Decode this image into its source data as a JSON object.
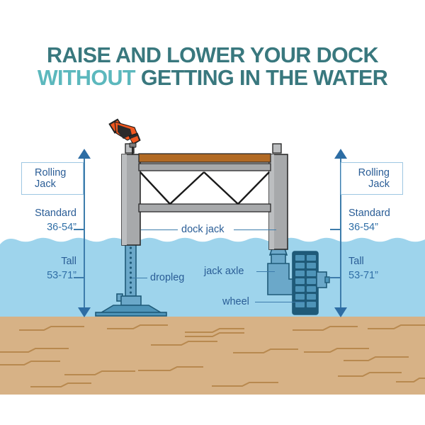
{
  "title": {
    "line1": "RAISE AND LOWER YOUR DOCK",
    "line2_light": "WITHOUT",
    "line2_dark": "GETTING IN THE WATER"
  },
  "colors": {
    "title_dark_teal": "#39787e",
    "title_light_teal": "#5cb8bd",
    "water": "#9ed4ec",
    "ground_sand": "#d7b286",
    "ground_strata": "#b8894f",
    "label_blue": "#2a5d96",
    "leader_blue": "#3d7cab",
    "arrow_blue": "#2d6da4",
    "post_gray": "#a0a2a4",
    "deck_brown": "#b26a24",
    "jack_blue_light": "#6ba8c9",
    "jack_blue_mid": "#4e94b8",
    "wheel_dark": "#1f5a78",
    "drill_orange": "#f0571f",
    "drill_black": "#2b2b2b"
  },
  "measurements": {
    "left": {
      "jack_box_label": "Rolling\nJack",
      "jack_box_line1": "Rolling",
      "jack_box_line2": "Jack",
      "standard_name": "Standard",
      "standard_range": "36-54”",
      "tall_name": "Tall",
      "tall_range": "53-71”"
    },
    "right": {
      "jack_box_line1": "Rolling",
      "jack_box_line2": "Jack",
      "standard_name": "Standard",
      "standard_range": "36-54”",
      "tall_name": "Tall",
      "tall_range": "53-71”"
    }
  },
  "callouts": {
    "dock_jack": "dock jack",
    "dropleg": "dropleg",
    "jack_axle": "jack axle",
    "wheel": "wheel"
  },
  "scene_parts": {
    "drill": "cordless-drill",
    "deck": "dock-decking",
    "truss": "dock-truss",
    "left_post": "left-jack-post",
    "right_post": "right-jack-post",
    "dropleg_post": "perforated-dropleg",
    "foot_plate": "dropleg-foot-plate",
    "axle_housing": "jack-axle-housing",
    "wheel_assembly": "treaded-wheel",
    "water_surface": "water-surface-waves",
    "lake_bed": "sandy-lake-bed"
  }
}
